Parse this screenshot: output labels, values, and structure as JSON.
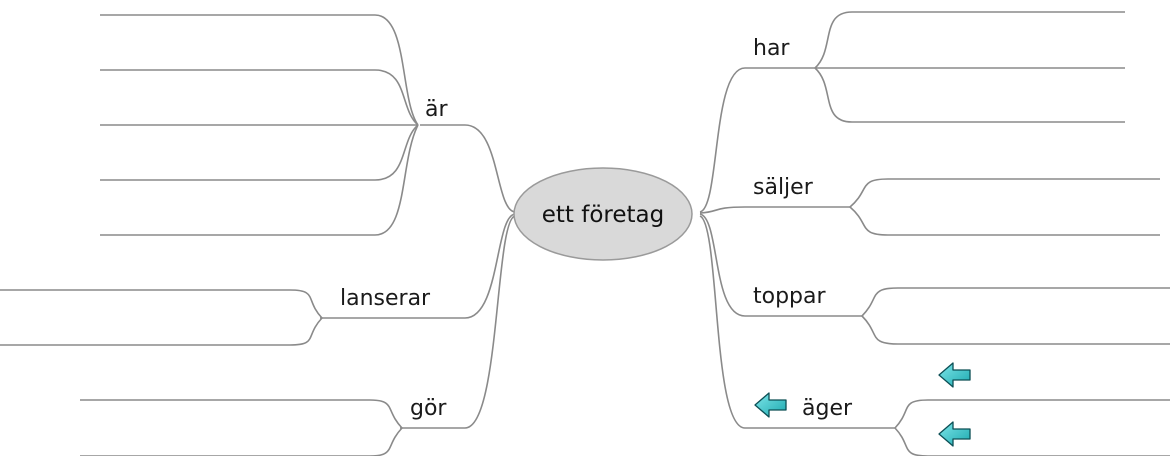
{
  "center": {
    "label": "ett företag"
  },
  "left_branches": [
    {
      "label": "är"
    },
    {
      "label": "lanserar"
    },
    {
      "label": "gör"
    }
  ],
  "right_branches": [
    {
      "label": "har"
    },
    {
      "label": "säljer"
    },
    {
      "label": "toppar"
    },
    {
      "label": "äger"
    }
  ],
  "colors": {
    "center_fill": "#d9d9d9",
    "line": "#8a8a8a",
    "arrow_fill": "#2fc3c8"
  },
  "icons": {
    "arrow": "teal-left-arrow-icon"
  }
}
